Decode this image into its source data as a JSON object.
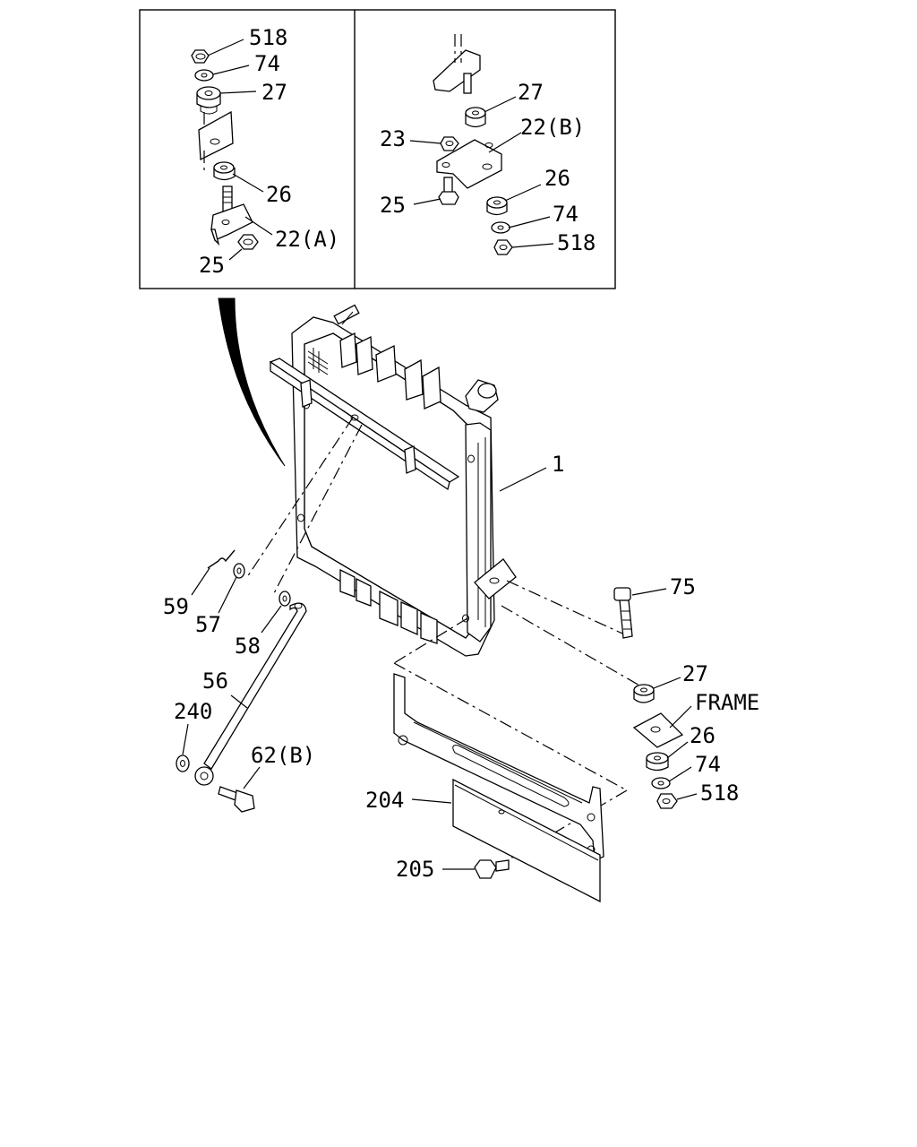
{
  "inset_a": {
    "labels": {
      "nut": "518",
      "washer": "74",
      "upper_rubber": "27",
      "lower_rubber": "26",
      "bracket": "22(A)",
      "bolt": "25"
    }
  },
  "inset_b": {
    "labels": {
      "upper_rubber": "27",
      "nut": "23",
      "bracket": "22(B)",
      "lower_rubber": "26",
      "bolt": "25",
      "washer": "74",
      "nut_lower": "518"
    }
  },
  "main": {
    "labels": {
      "radiator": "1",
      "bolt_75": "75",
      "rubber_27": "27",
      "frame": "FRAME",
      "rubber_26": "26",
      "washer_74": "74",
      "nut_518": "518",
      "clip_59": "59",
      "washer_57": "57",
      "washer_58": "58",
      "stay_56": "56",
      "washer_240": "240",
      "bolt_62b": "62(B)",
      "shroud_204": "204",
      "bolt_205": "205"
    }
  }
}
